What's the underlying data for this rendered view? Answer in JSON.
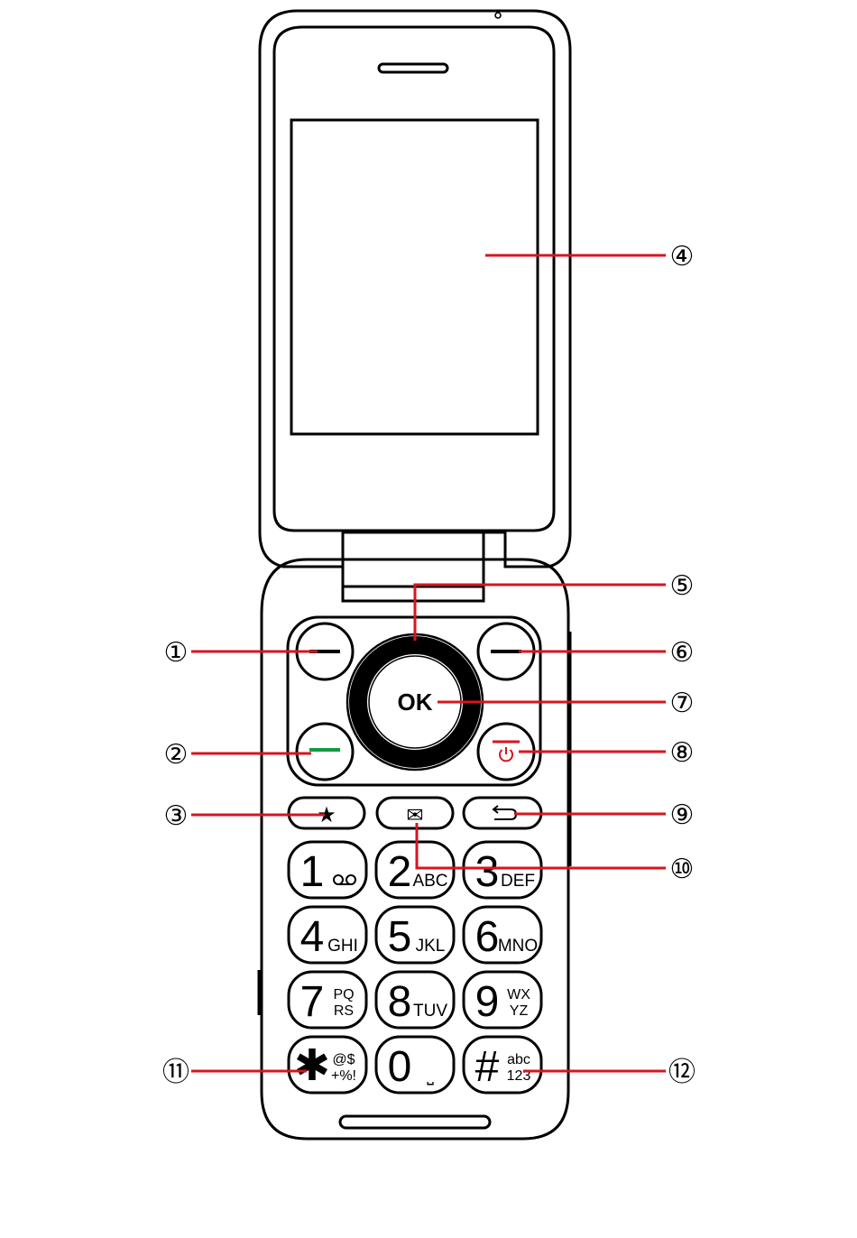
{
  "ok_label": "OK",
  "nav_icons": {
    "star": "★",
    "message": "✉",
    "back": "⊃",
    "power": "⏻"
  },
  "colors": {
    "leader_line": "#d7151f",
    "call_key": "#139a43",
    "end_key": "#d7151f",
    "outline": "#000000"
  },
  "keypad": [
    {
      "digit": "1",
      "letters": "",
      "icon": "voicemail-icon"
    },
    {
      "digit": "2",
      "letters": "ABC"
    },
    {
      "digit": "3",
      "letters": "DEF"
    },
    {
      "digit": "4",
      "letters": "GHI"
    },
    {
      "digit": "5",
      "letters": "JKL"
    },
    {
      "digit": "6",
      "letters": "MNO"
    },
    {
      "digit": "7",
      "letters_top": "PQ",
      "letters_bottom": "RS"
    },
    {
      "digit": "8",
      "letters": "TUV"
    },
    {
      "digit": "9",
      "letters_top": "WX",
      "letters_bottom": "YZ"
    },
    {
      "digit": "✱",
      "letters_top": "@$",
      "letters_bottom": "+%!"
    },
    {
      "digit": "0",
      "letters": "⎵"
    },
    {
      "digit": "#",
      "letters_top": "abc",
      "letters_bottom": "123"
    }
  ],
  "callouts": [
    "①",
    "②",
    "③",
    "④",
    "⑤",
    "⑥",
    "⑦",
    "⑧",
    "⑨",
    "⑩",
    "⑪",
    "⑫"
  ]
}
